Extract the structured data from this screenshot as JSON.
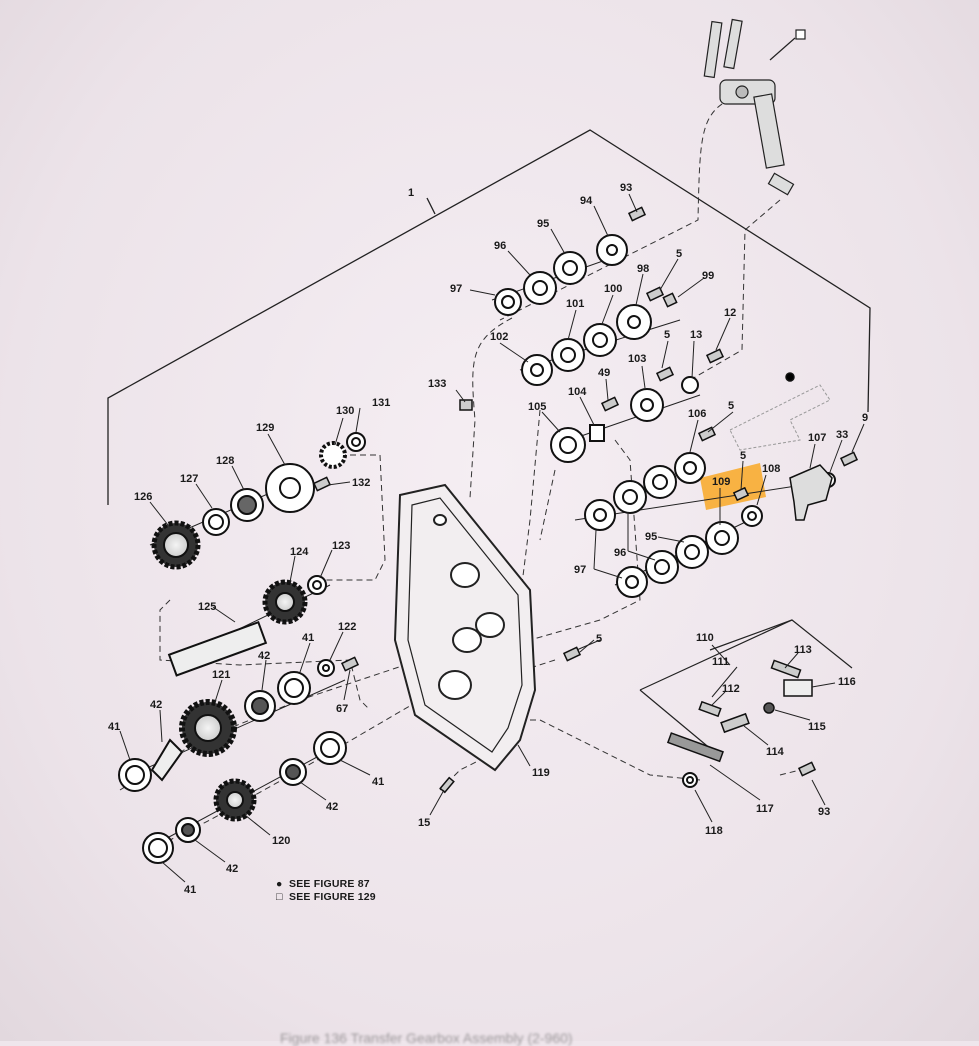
{
  "highlight_color": "#f9a825",
  "ink_color": "#1f1f1f",
  "callouts": {
    "c1": "1",
    "c5a": "5",
    "c5b": "5",
    "c5c": "5",
    "c5d": "5",
    "c5e": "5",
    "c9": "9",
    "c12": "12",
    "c13": "13",
    "c15": "15",
    "c33": "33",
    "c41a": "41",
    "c41b": "41",
    "c41c": "41",
    "c41d": "41",
    "c42a": "42",
    "c42b": "42",
    "c42c": "42",
    "c42d": "42",
    "c49": "49",
    "c67": "67",
    "c93a": "93",
    "c93b": "93",
    "c94": "94",
    "c95a": "95",
    "c95b": "95",
    "c96a": "96",
    "c96b": "96",
    "c97a": "97",
    "c97b": "97",
    "c98": "98",
    "c99": "99",
    "c100": "100",
    "c101": "101",
    "c102": "102",
    "c103": "103",
    "c104": "104",
    "c105": "105",
    "c106": "106",
    "c107": "107",
    "c108": "108",
    "c109": "109",
    "c110": "110",
    "c111": "111",
    "c112": "112",
    "c113": "113",
    "c114": "114",
    "c115": "115",
    "c116": "116",
    "c117": "117",
    "c118": "118",
    "c119": "119",
    "c120": "120",
    "c121": "121",
    "c122": "122",
    "c123": "123",
    "c124": "124",
    "c125": "125",
    "c126": "126",
    "c127": "127",
    "c128": "128",
    "c129": "129",
    "c130": "130",
    "c131": "131",
    "c132": "132",
    "c133": "133"
  },
  "legend": {
    "filled_symbol": "●",
    "filled_text": "SEE FIGURE 87",
    "open_symbol": "□",
    "open_text": "SEE FIGURE 129"
  },
  "caption": "Figure 136 Transfer Gearbox Assembly (2-960)"
}
